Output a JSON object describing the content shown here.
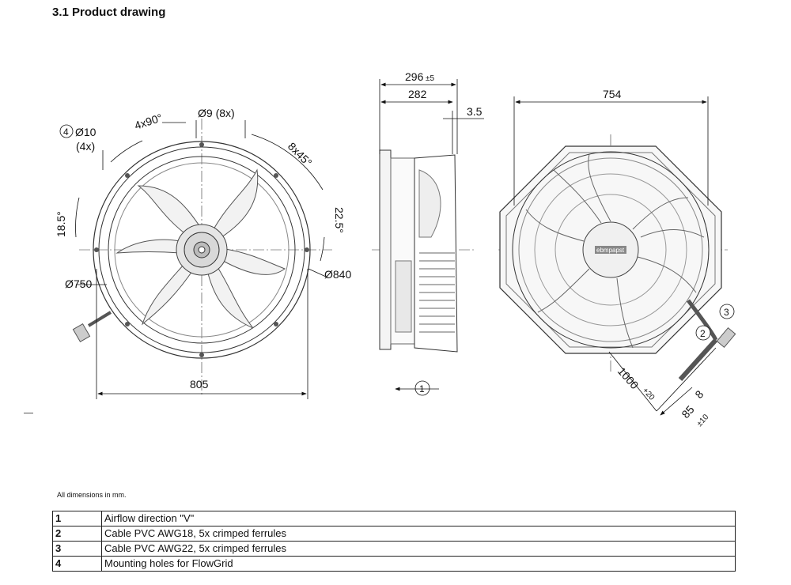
{
  "title": "3.1 Product drawing",
  "dimensions": {
    "front_width": "805",
    "back_width": "754",
    "depth_total": "296",
    "depth_total_tol": "±5",
    "depth": "282",
    "flange": "3.5",
    "hole_diameter": "Ø9 (8x)",
    "flowgrid_hole": "Ø10",
    "flowgrid_hole_count": "(4x)",
    "angle_4x": "4x90°",
    "angle_8x": "8x45°",
    "angle_18": "18.5°",
    "angle_22": "22.5°",
    "diameter_750": "Ø750",
    "diameter_840": "Ø840",
    "cable_length": "1000",
    "cable_length_tol": "+20",
    "cable_strip": "8",
    "cable_end": "85",
    "cable_end_tol": "±10"
  },
  "callouts": [
    "1",
    "2",
    "3",
    "4"
  ],
  "brand_mark": "ebmpapst",
  "note": "All dimensions in mm.",
  "legend": [
    {
      "num": "1",
      "text": "Airflow direction \"V\""
    },
    {
      "num": "2",
      "text": "Cable PVC AWG18, 5x crimped ferrules"
    },
    {
      "num": "3",
      "text": "Cable PVC AWG22, 5x crimped ferrules"
    },
    {
      "num": "4",
      "text": "Mounting holes for FlowGrid"
    }
  ]
}
